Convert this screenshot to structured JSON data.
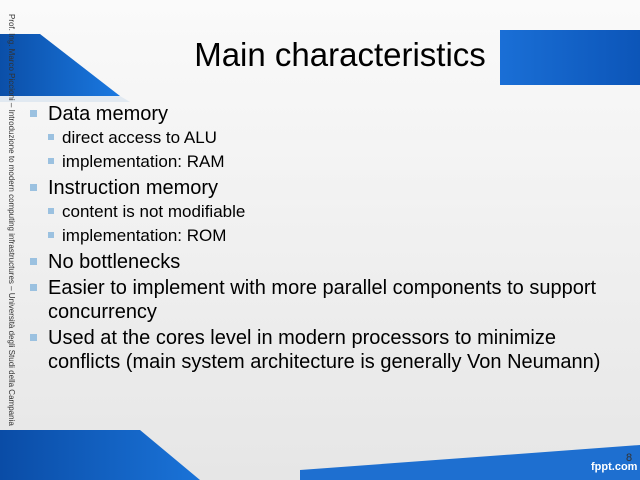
{
  "sidebar": {
    "text": "Prof. Ing. Marco Piccioni – Introduzione to modern computing infrastructures – Università degli Studi della Campania"
  },
  "slide": {
    "title": "Main characteristics",
    "bullets": [
      {
        "text": "Data memory",
        "sub": [
          "direct access to ALU",
          "implementation: RAM"
        ]
      },
      {
        "text": "Instruction memory",
        "sub": [
          "content is not modifiable",
          "implementation: ROM"
        ]
      },
      {
        "text": "No bottlenecks",
        "sub": []
      },
      {
        "text": "Easier to implement with more parallel components to support concurrency",
        "sub": []
      },
      {
        "text": "Used at the cores level in modern processors to minimize conflicts (main system architecture is generally Von Neumann)",
        "sub": []
      }
    ]
  },
  "footer": {
    "brand": "fppt.com",
    "page_number": "8"
  },
  "colors": {
    "accent_blue": "#1266cc",
    "bullet": "#9bc1e0"
  }
}
